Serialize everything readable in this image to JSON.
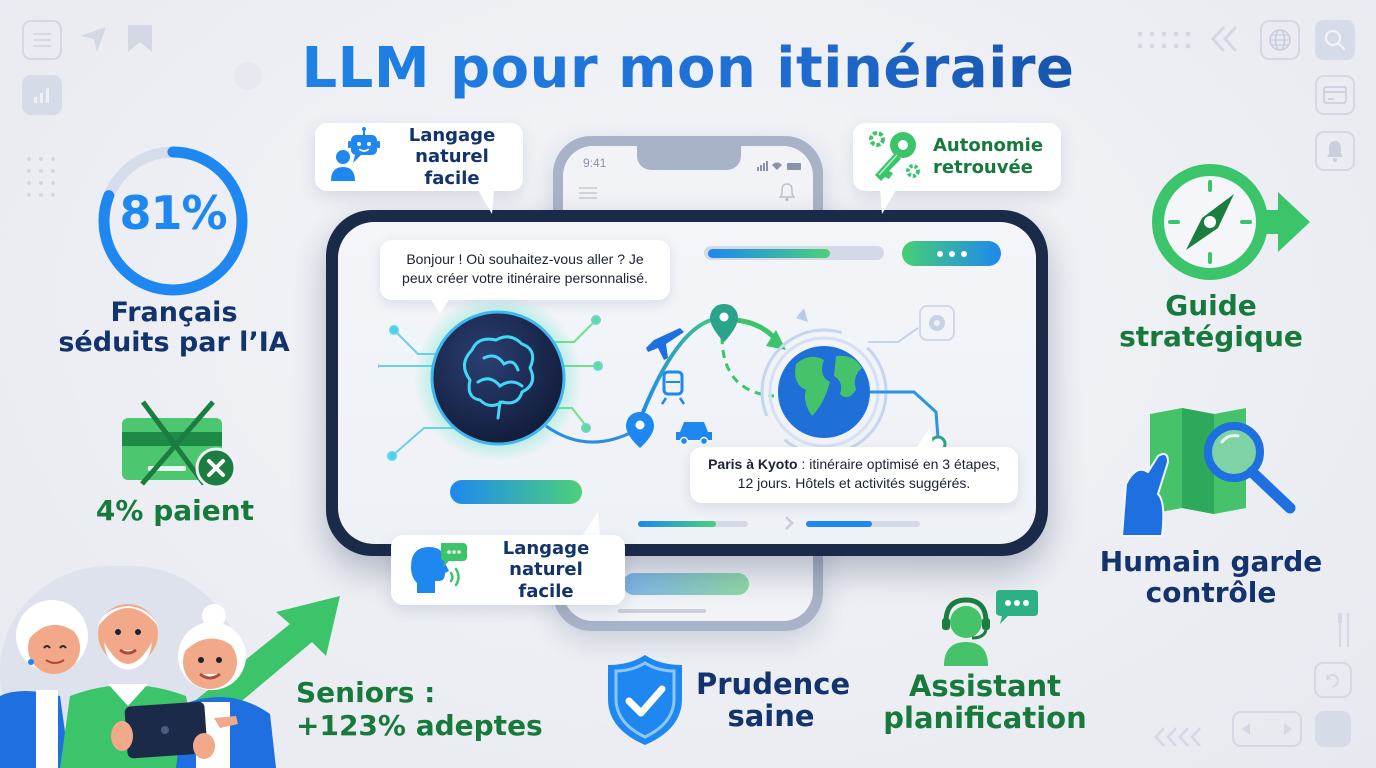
{
  "title": "LLM pour mon itinéraire",
  "stats": {
    "french_seduced": {
      "value": "81%",
      "percent": 81,
      "label_line1": "Français",
      "label_line2": "séduits par l’IA"
    },
    "paying": {
      "label": "4% paient"
    },
    "seniors": {
      "label_line1": "Seniors :",
      "label_line2": "+123% adeptes"
    }
  },
  "callouts": {
    "top_left": {
      "line1": "Langage",
      "line2": "naturel facile",
      "icon": "user-robot-chat-icon"
    },
    "top_right": {
      "line1": "Autonomie",
      "line2": "retrouvée",
      "icon": "key-gears-icon"
    },
    "bottom": {
      "line1": "Langage",
      "line2": "naturel facile",
      "icon": "speaking-head-icon"
    }
  },
  "features": {
    "guide": {
      "line1": "Guide",
      "line2": "stratégique",
      "icon": "compass-arrow-icon"
    },
    "human": {
      "line1": "Humain garde",
      "line2": "contrôle",
      "icon": "map-magnifier-icon"
    },
    "prudence": {
      "line1": "Prudence",
      "line2": "saine",
      "icon": "shield-check-icon"
    },
    "assistant": {
      "line1": "Assistant",
      "line2": "planification",
      "icon": "headset-agent-icon"
    }
  },
  "phone_back": {
    "time": "9:41"
  },
  "phone_main": {
    "bot_message": "Bonjour ! Où souhaitez-vous aller ? Je peux créer votre itinéraire personnalisé.",
    "result_bold": "Paris à Kyoto",
    "result_rest": " : itinéraire optimisé en 3 étapes, 12 jours. Hôtels et activités suggérés.",
    "progress_percent": 65
  },
  "colors": {
    "blue": "#1e88f0",
    "navy": "#12336b",
    "green": "#3cc46b",
    "dark_green": "#177a3c",
    "ghost": "#d3d8e4"
  }
}
